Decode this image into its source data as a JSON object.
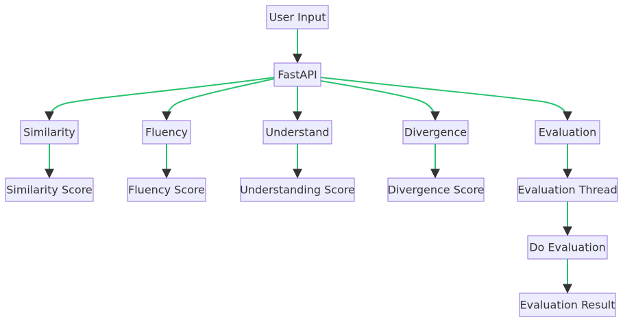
{
  "colors": {
    "node_fill": "#ECECFF",
    "node_stroke": "#9370DB",
    "edge": "#27C26B",
    "arrowhead": "#333333",
    "text": "#333333"
  },
  "nodes": {
    "user_input": "User Input",
    "fastapi": "FastAPI",
    "similarity": "Similarity",
    "fluency": "Fluency",
    "understand": "Understand",
    "divergence": "Divergence",
    "evaluation": "Evaluation",
    "similarity_score": "Similarity Score",
    "fluency_score": "Fluency Score",
    "understanding_score": "Understanding Score",
    "divergence_score": "Divergence Score",
    "evaluation_thread": "Evaluation Thread",
    "do_evaluation": "Do Evaluation",
    "evaluation_result": "Evaluation Result"
  },
  "edges": [
    {
      "from": "user_input",
      "to": "fastapi"
    },
    {
      "from": "fastapi",
      "to": "similarity"
    },
    {
      "from": "fastapi",
      "to": "fluency"
    },
    {
      "from": "fastapi",
      "to": "understand"
    },
    {
      "from": "fastapi",
      "to": "divergence"
    },
    {
      "from": "fastapi",
      "to": "evaluation"
    },
    {
      "from": "similarity",
      "to": "similarity_score"
    },
    {
      "from": "fluency",
      "to": "fluency_score"
    },
    {
      "from": "understand",
      "to": "understanding_score"
    },
    {
      "from": "divergence",
      "to": "divergence_score"
    },
    {
      "from": "evaluation",
      "to": "evaluation_thread"
    },
    {
      "from": "evaluation_thread",
      "to": "do_evaluation"
    },
    {
      "from": "do_evaluation",
      "to": "evaluation_result"
    }
  ]
}
